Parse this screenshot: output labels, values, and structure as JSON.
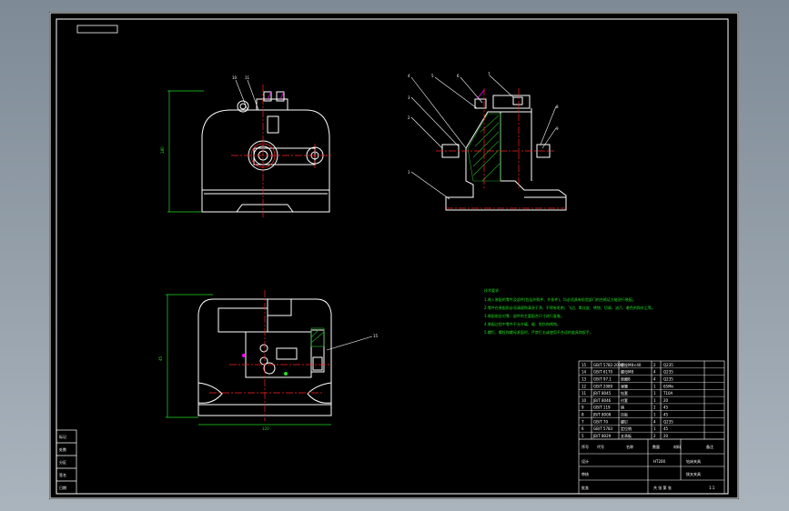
{
  "app": {
    "background_color": "#8a96a3",
    "canvas_color": "#000000"
  },
  "drawing": {
    "frame_color": "#ffffff",
    "outline_color": "#ffffff",
    "center_line_color": "#ff2020",
    "dimension_color": "#22dd22",
    "section_hatch_color": "#22aa22",
    "highlight_color": "#ff00ff",
    "leader_color": "#ffffff",
    "notes_title": "技术要求",
    "notes": [
      "1.装入装配的零件及部件(包括外购件、外协件)，均必须具有检验部门的合格证方能进行装配。",
      "2.零件在装配前必须清理和清洗干净，不得有毛刺、飞边、氧化皮、锈蚀、切屑、油污、着色剂和灰尘等。",
      "3.装配前应对零、部件的主要配合尺寸进行复查。",
      "4.装配过程中零件不允许磕、碰、划伤和锈蚀。",
      "5.螺钉、螺栓和螺母紧固时，严禁打击或使用不合适的旋具和扳手。"
    ],
    "balloons_top_left": [
      "10",
      "11"
    ],
    "balloons_top_right": [
      "4",
      "5",
      "6",
      "7",
      "3",
      "2",
      "1",
      "8",
      "9"
    ],
    "balloon_bottom": "15",
    "dim_vertical_top": "180",
    "dim_vertical_bottom": "45",
    "dim_horizontal_bottom": "120"
  },
  "title_block": {
    "drawing_title": "钻床夹具",
    "part_name": "拨叉夹具",
    "material": "HT200",
    "scale": "1:1",
    "sheet_info": "共 张 第 张",
    "designer_label": "设计",
    "check_label": "审核",
    "approve_label": "批准",
    "header_labels": [
      "序号",
      "代号",
      "名称",
      "数量",
      "材料",
      "备注"
    ],
    "bom_rows": [
      {
        "no": "15",
        "code": "GB/T 5782-2000",
        "name": "螺栓M8×40",
        "qty": "2",
        "mat": "Q235"
      },
      {
        "no": "14",
        "code": "GB/T 6170",
        "name": "螺母M8",
        "qty": "4",
        "mat": "Q235"
      },
      {
        "no": "13",
        "code": "GB/T 97.1",
        "name": "垫圈8",
        "qty": "4",
        "mat": "Q235"
      },
      {
        "no": "12",
        "code": "GB/T 2089",
        "name": "弹簧",
        "qty": "1",
        "mat": "65Mn"
      },
      {
        "no": "11",
        "code": "JB/T 8045",
        "name": "钻套",
        "qty": "1",
        "mat": "T10A"
      },
      {
        "no": "10",
        "code": "JB/T 8046",
        "name": "衬套",
        "qty": "1",
        "mat": "20"
      },
      {
        "no": "9",
        "code": "GB/T 119",
        "name": "销",
        "qty": "2",
        "mat": "45"
      },
      {
        "no": "8",
        "code": "JB/T 8008",
        "name": "压板",
        "qty": "1",
        "mat": "45"
      },
      {
        "no": "7",
        "code": "GB/T 70",
        "name": "螺钉",
        "qty": "4",
        "mat": "Q235"
      },
      {
        "no": "6",
        "code": "GB/T 5783",
        "name": "定位销",
        "qty": "1",
        "mat": "45"
      },
      {
        "no": "5",
        "code": "JB/T 8029",
        "name": "支承板",
        "qty": "2",
        "mat": "20"
      }
    ]
  },
  "side_block": {
    "labels": [
      "标记",
      "处数",
      "分区",
      "签名",
      "日期"
    ]
  },
  "stamp_box": ""
}
